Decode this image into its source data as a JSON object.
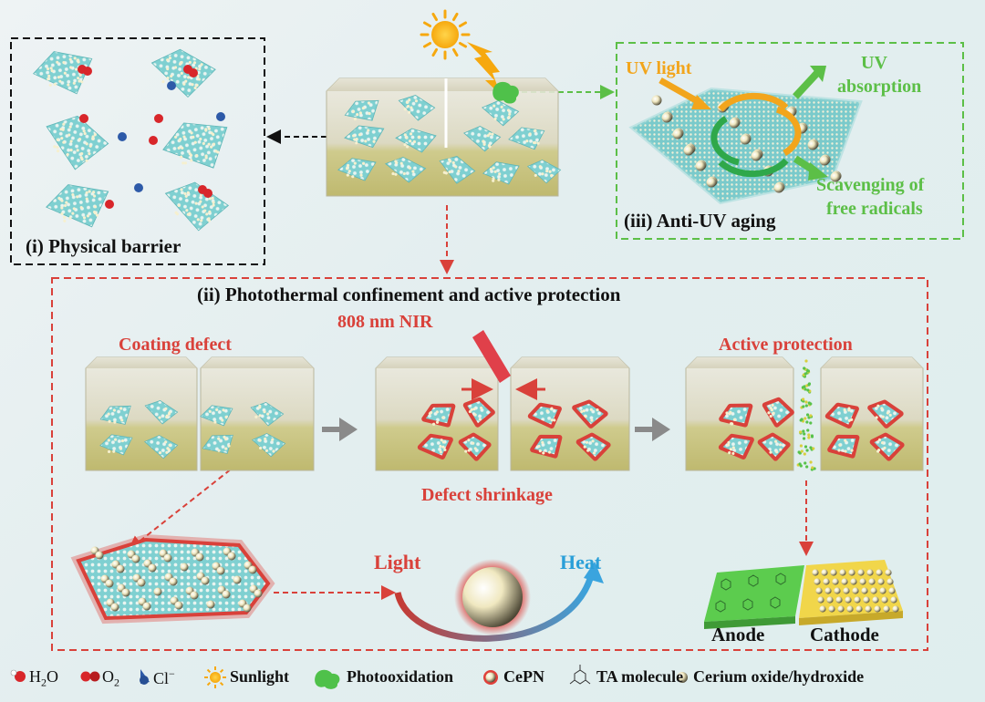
{
  "panels": {
    "physical_barrier": "(i) Physical barrier",
    "photothermal": "(ii) Photothermal confinement and active protection",
    "anti_uv": "(iii) Anti-UV aging"
  },
  "labels": {
    "uv_light": "UV light",
    "uv_absorption_1": "UV",
    "uv_absorption_2": "absorption",
    "scavenging_1": "Scavenging of",
    "scavenging_2": "free radicals",
    "nir": "808 nm NIR",
    "coating_defect": "Coating defect",
    "defect_shrinkage": "Defect shrinkage",
    "active_protection": "Active protection",
    "light": "Light",
    "heat": "Heat",
    "anode": "Anode",
    "cathode": "Cathode"
  },
  "legend": {
    "h2o_main": "H",
    "h2o_sub": "2",
    "h2o_tail": "O",
    "o2_main": "O",
    "o2_sub": "2",
    "cl_main": "Cl",
    "cl_sup": "−",
    "sunlight": "Sunlight",
    "photooxidation": "Photooxidation",
    "cepn": "CePN",
    "ta_molecule": "TA molecule",
    "cerium": "Cerium oxide/hydroxide"
  },
  "colors": {
    "red": "#d9413a",
    "green": "#5cbf47",
    "orange": "#f2a51c",
    "blue": "#2a9fd8",
    "sheet": "#7ecfd0",
    "particle": "#f3ecc2",
    "coating": "#c9c48a"
  }
}
